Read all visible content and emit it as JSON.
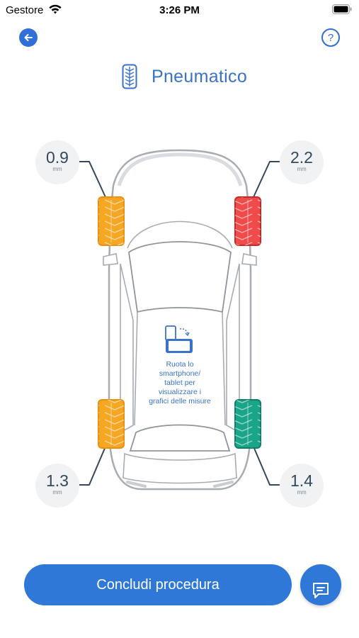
{
  "status_bar": {
    "carrier": "Gestore",
    "time": "3:26 PM"
  },
  "header": {
    "help_label": "?",
    "title": "Pneumatico",
    "back_icon": "arrow-left-icon",
    "title_icon": "tire-icon"
  },
  "tires": {
    "front_left": {
      "value": "0.9",
      "unit": "mm",
      "status_color": "#f5a623"
    },
    "front_right": {
      "value": "2.2",
      "unit": "mm",
      "status_color": "#e53935"
    },
    "rear_left": {
      "value": "1.3",
      "unit": "mm",
      "status_color": "#f5a623"
    },
    "rear_right": {
      "value": "1.4",
      "unit": "mm",
      "status_color": "#1aa48a"
    }
  },
  "rotate_hint": {
    "lines": [
      "Ruota lo",
      "smartphone/",
      "tablet per",
      "visualizzare i",
      "grafici delle misure"
    ],
    "icon": "rotate-phone-icon"
  },
  "footer": {
    "finish_label": "Concludi procedura",
    "chat_icon": "chat-icon"
  },
  "colors": {
    "accent": "#2f78d8",
    "title": "#3a73c6",
    "warning": "#f5a623",
    "danger": "#e53935",
    "ok": "#1aa48a"
  }
}
